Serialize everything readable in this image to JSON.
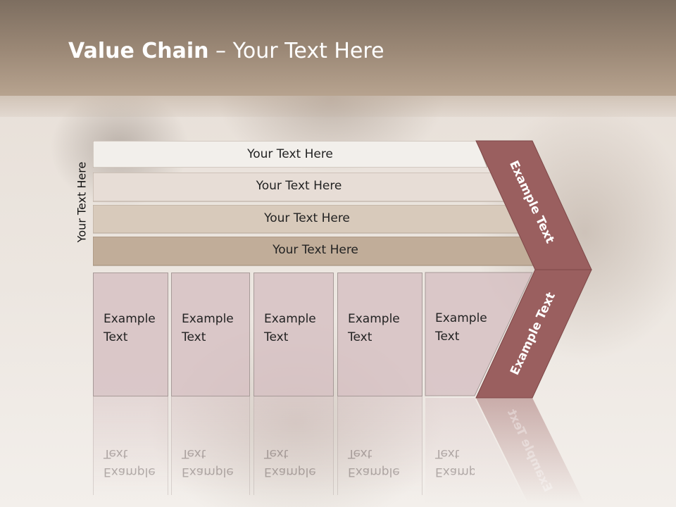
{
  "title": {
    "bold": "Value Chain",
    "rest": " – Your Text Here"
  },
  "side_label": "Your Text Here",
  "bars": [
    {
      "label": "Your Text Here",
      "color": "#f2efeb"
    },
    {
      "label": "Your Text Here",
      "color": "#e7ddd6"
    },
    {
      "label": "Your Text Here",
      "color": "#d8cabb"
    },
    {
      "label": "Your Text Here",
      "color": "#c1ad99"
    }
  ],
  "cells": [
    {
      "line1": "Example",
      "line2": "Text"
    },
    {
      "line1": "Example",
      "line2": "Text"
    },
    {
      "line1": "Example",
      "line2": "Text"
    },
    {
      "line1": "Example",
      "line2": "Text"
    },
    {
      "line1": "Example",
      "line2": "Text"
    }
  ],
  "chevron": {
    "upper_label": "Example Text",
    "lower_label": "Example Text",
    "fill": "#9a5f5f",
    "stroke": "#7d4747"
  }
}
